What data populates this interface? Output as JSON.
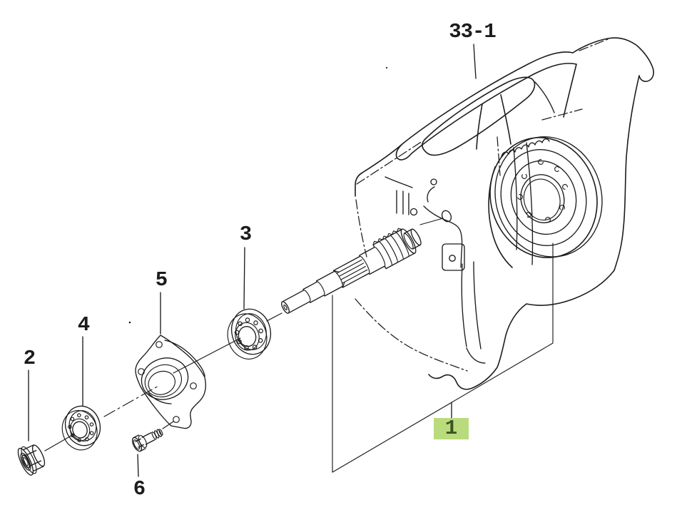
{
  "page": {
    "background": "#ffffff",
    "ink": "#1c1c1c"
  },
  "highlight": {
    "background": "#b9db7d",
    "text": "#3b5420"
  },
  "callouts": {
    "part_33_1": {
      "label": "33-1",
      "highlighted": false
    },
    "part_1": {
      "label": "1",
      "highlighted": true
    },
    "part_2": {
      "label": "2",
      "highlighted": false
    },
    "part_3": {
      "label": "3",
      "highlighted": false
    },
    "part_4": {
      "label": "4",
      "highlighted": false
    },
    "part_5": {
      "label": "5",
      "highlighted": false
    },
    "part_6": {
      "label": "6",
      "highlighted": false
    }
  }
}
